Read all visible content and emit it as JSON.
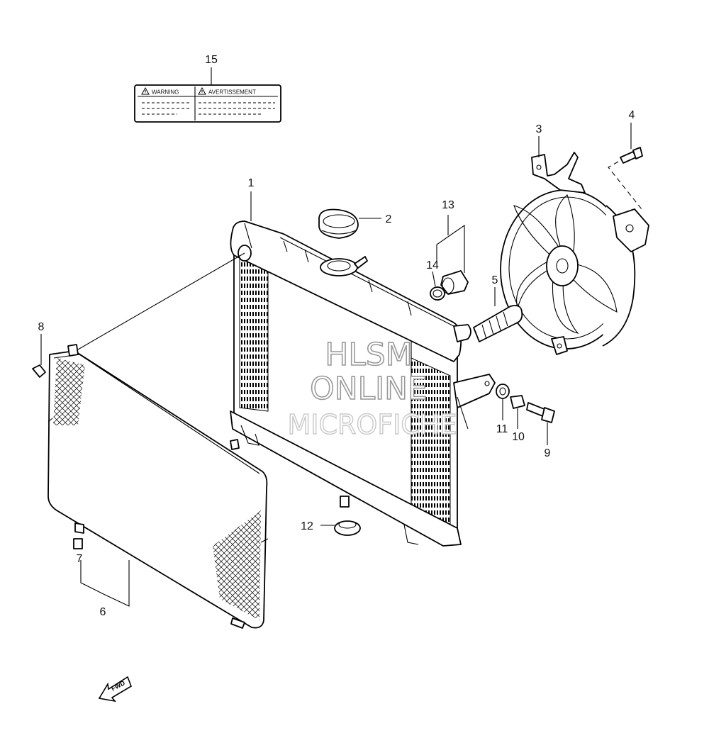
{
  "diagram": {
    "callouts": [
      {
        "id": "c1",
        "text": "1"
      },
      {
        "id": "c2",
        "text": "2"
      },
      {
        "id": "c3",
        "text": "3"
      },
      {
        "id": "c4",
        "text": "4"
      },
      {
        "id": "c5",
        "text": "5"
      },
      {
        "id": "c6",
        "text": "6"
      },
      {
        "id": "c7",
        "text": "7"
      },
      {
        "id": "c8",
        "text": "8"
      },
      {
        "id": "c9",
        "text": "9"
      },
      {
        "id": "c10",
        "text": "10"
      },
      {
        "id": "c11",
        "text": "11"
      },
      {
        "id": "c12",
        "text": "12"
      },
      {
        "id": "c13",
        "text": "13"
      },
      {
        "id": "c14",
        "text": "14"
      },
      {
        "id": "c15",
        "text": "15"
      }
    ],
    "warning_label": {
      "left_heading": "WARNING",
      "right_heading": "AVERTISSEMENT"
    },
    "fwd_arrow": "FWD",
    "watermark": {
      "line1": "HLSM",
      "line2": "ONLINE",
      "line3": "MICROFICHE"
    }
  }
}
